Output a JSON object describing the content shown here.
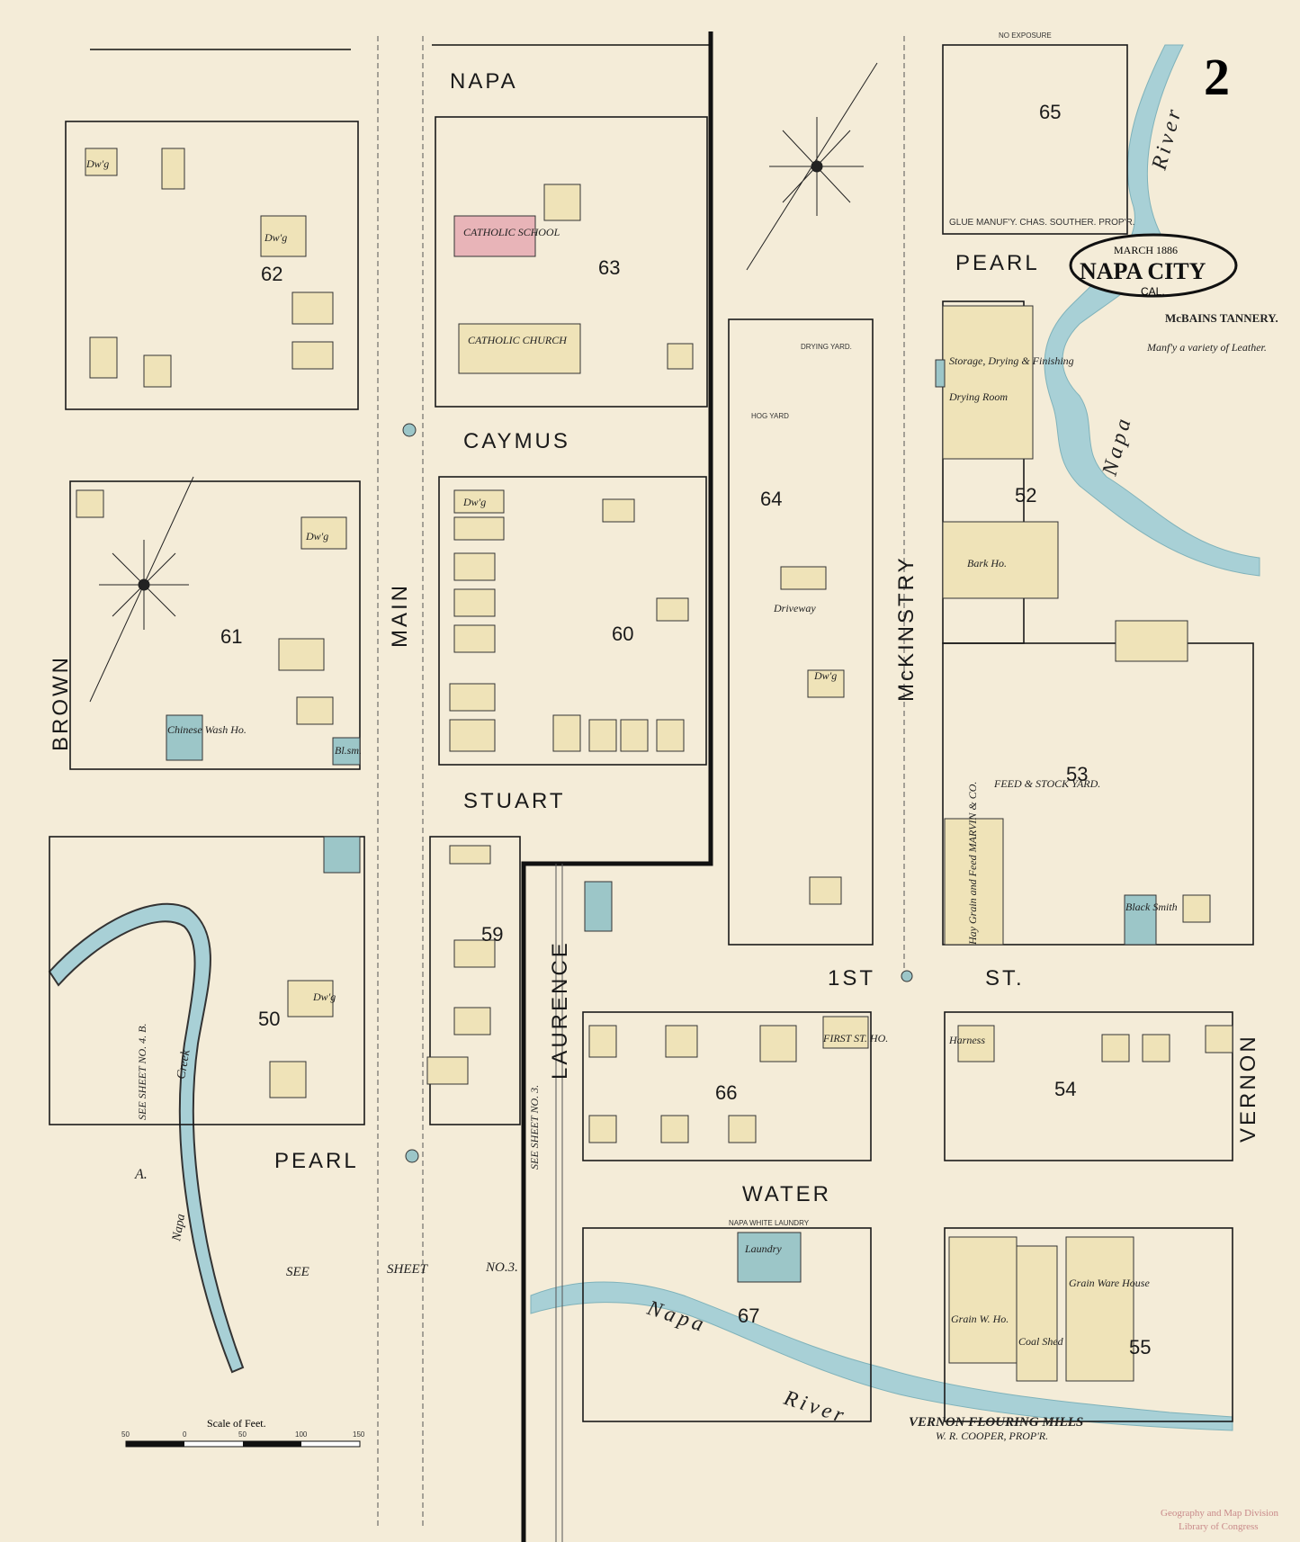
{
  "sheet_number": "2",
  "title": {
    "date": "MARCH 1886",
    "city": "NAPA CITY",
    "state": "CAL."
  },
  "streets": {
    "napa": "NAPA",
    "caymus": "CAYMUS",
    "stuart": "STUART",
    "pearl_west": "PEARL",
    "pearl_east": "PEARL",
    "main": "MAIN",
    "brown": "BROWN",
    "laurence": "LAURENCE",
    "mckinstry": "McKINSTRY",
    "first_st": "1ST",
    "first_st_suffix": "ST.",
    "water": "WATER",
    "vernon": "VERNON"
  },
  "blocks": [
    "62",
    "63",
    "61",
    "60",
    "64",
    "65",
    "52",
    "53",
    "50",
    "59",
    "66",
    "54",
    "67",
    "55"
  ],
  "buildings": {
    "catholic_school": "CATHOLIC SCHOOL",
    "catholic_church": "CATHOLIC CHURCH",
    "chinese_wash": "Chinese Wash Ho.",
    "blsm": "Bl.sm.",
    "bark_ho": "Bark Ho.",
    "feed_yard": "FEED & STOCK YARD.",
    "harness": "Harness",
    "laundry": "Laundry",
    "grain_wh": "Grain W. Ho.",
    "coal_shed": "Coal Shed",
    "grain_warehouse": "Grain Ware House",
    "hay_grain": "Hay Grain and Feed MARVIN & CO.",
    "first_st_ho": "FIRST ST. HO.",
    "blacksmith": "Black Smith",
    "drying_room": "Drying Room",
    "storage": "Storage, Drying & Finishing",
    "hog_yard": "HOG YARD",
    "drying_yard": "DRYING YARD.",
    "driveway": "Driveway",
    "napa_white_laundry": "NAPA WHITE LAUNDRY",
    "dwelling": "Dw'g"
  },
  "businesses": {
    "glue": "GLUE MANUF'Y. CHAS. SOUTHER. PROP'R.",
    "tannery_name": "McBAINS TANNERY.",
    "tannery_desc": "Manf'y a variety of Leather.",
    "vernon_mills": "VERNON FLOURING MILLS",
    "vernon_prop": "W. R. COOPER, PROP'R."
  },
  "notes": {
    "no_exposure": "NO EXPOSURE",
    "see_sheet_bottom": [
      "SEE",
      "SHEET",
      "NO.3."
    ],
    "see_sheet_laurence": "SEE SHEET NO. 3.",
    "see_sheet_left": "SEE SHEET NO. 4. B.",
    "see_sheet_a": "A."
  },
  "rivers": {
    "napa_river_right": "Napa River",
    "napa_river_bottom": "Napa River",
    "napa_creek": "Napa Creek"
  },
  "scale": {
    "label": "Scale of Feet.",
    "ticks": [
      "50",
      "0",
      "50",
      "100",
      "150"
    ]
  },
  "stamp": [
    "Geography and Map Division",
    "Library of Congress"
  ],
  "colors": {
    "paper": "#f4ecd8",
    "building_yellow": "#efe3b8",
    "brick_pink": "#e8b4b8",
    "stone_blue": "#9cc6c8",
    "water_blue": "#a8d0d6"
  }
}
